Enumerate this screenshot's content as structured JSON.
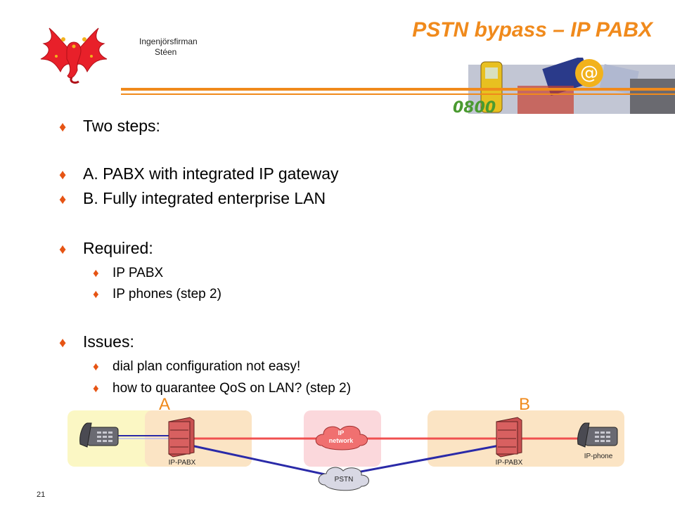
{
  "header": {
    "company_line1": "Ingenjörsfirman",
    "company_line2": "Stéen",
    "title": "PSTN bypass – IP PABX"
  },
  "bullets": {
    "two_steps": "Two steps:",
    "step_a": "A. PABX with integrated IP gateway",
    "step_b": "B. Fully integrated enterprise LAN",
    "required": "Required:",
    "req_1": "IP PABX",
    "req_2": "IP phones (step 2)",
    "issues": "Issues:",
    "issue_1": "dial plan configuration not easy!",
    "issue_2": "how to quarantee QoS on LAN? (step 2)"
  },
  "diagram": {
    "label_a": "A",
    "label_b": "B",
    "ip_network_line1": "IP",
    "ip_network_line2": "network",
    "pstn": "PSTN",
    "pabx_left": "IP-PABX",
    "pabx_right": "IP-PABX",
    "ip_phone": "IP-phone"
  },
  "footer": {
    "page_number": "21"
  },
  "colors": {
    "accent_orange": "#f08a1c",
    "bullet_red": "#e65414",
    "ip_line_red": "#f05050",
    "pstn_line_blue": "#2a2aa8"
  }
}
